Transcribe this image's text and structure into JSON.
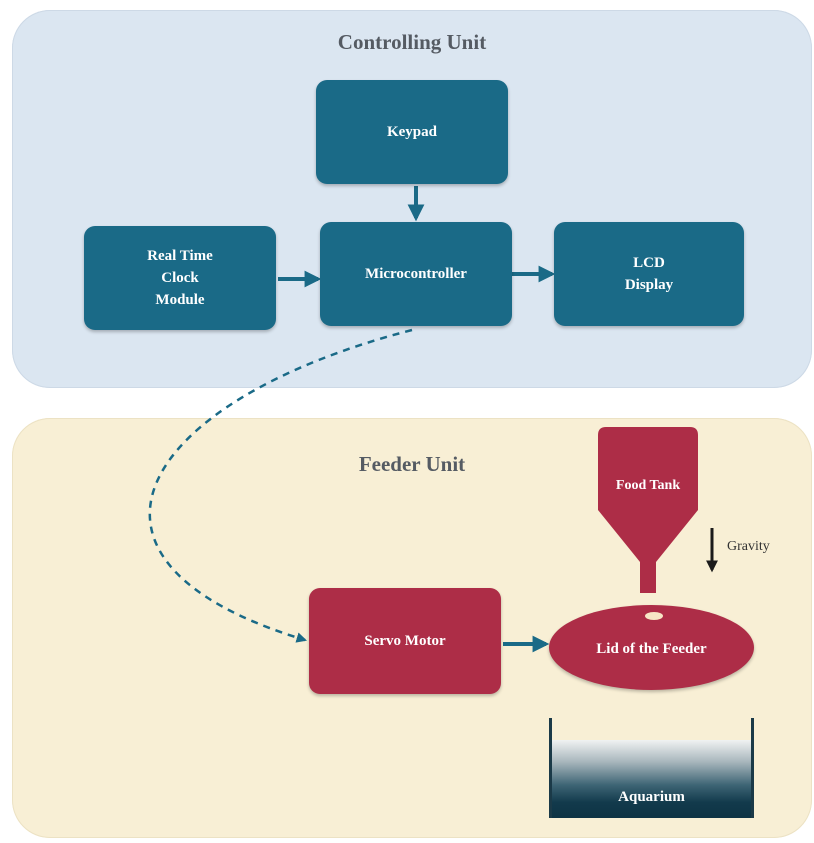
{
  "controlling_unit": {
    "title": "Controlling Unit",
    "keypad": "Keypad",
    "rtc_module": "Real Time\nClock\nModule",
    "microcontroller": "Microcontroller",
    "lcd_display": "LCD\nDisplay"
  },
  "feeder_unit": {
    "title": "Feeder Unit",
    "food_tank": "Food Tank",
    "gravity": "Gravity",
    "servo_motor": "Servo Motor",
    "lid": "Lid of the Feeder",
    "aquarium": "Aquarium"
  },
  "colors": {
    "controlling_bg": "#dbe6f1",
    "feeder_bg": "#f8efd5",
    "teal_block": "#1a6a87",
    "red_block": "#ad2d47",
    "arrow": "#1a6a87",
    "water": "#123a4c"
  },
  "icons": [
    "arrow-right-icon",
    "arrow-down-icon",
    "dashed-connector",
    "gravity-arrow-icon"
  ]
}
